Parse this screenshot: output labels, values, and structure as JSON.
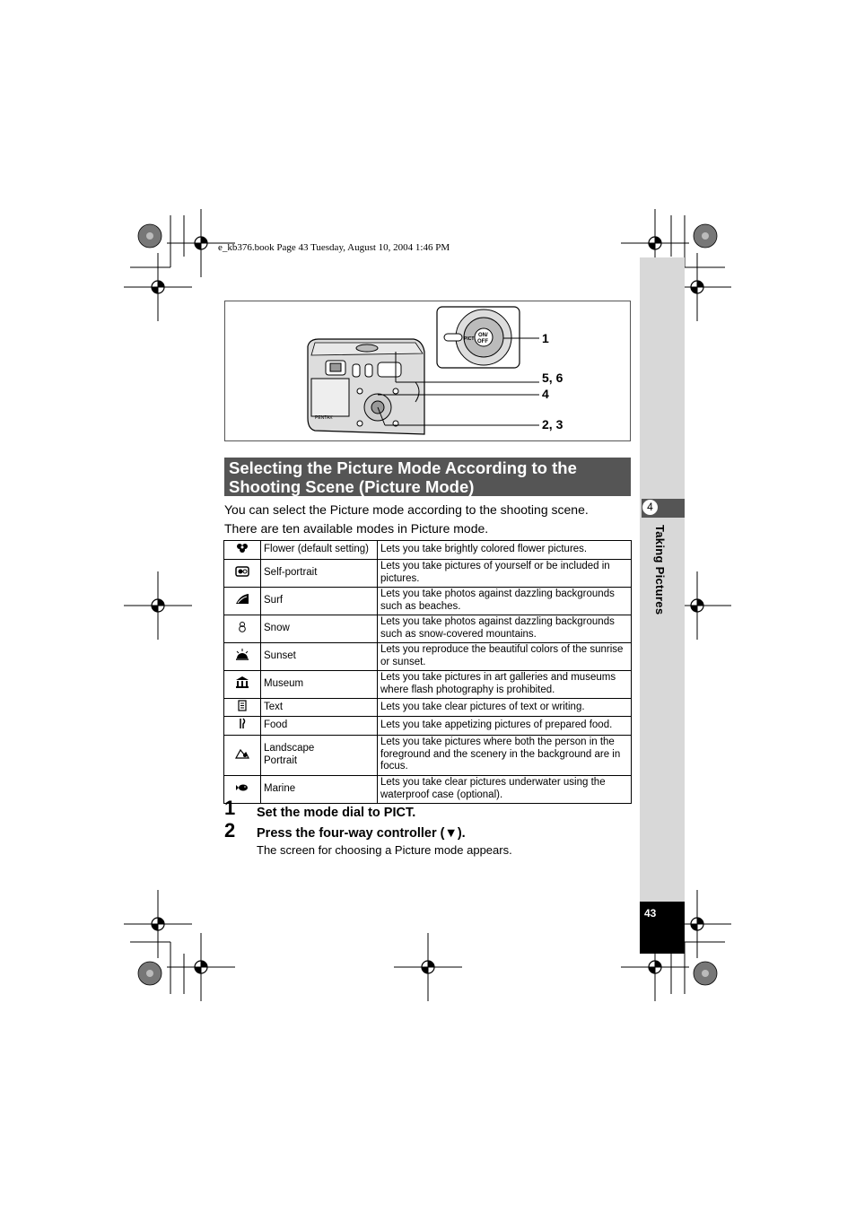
{
  "header": {
    "printer_line": "e_kb376.book  Page 43  Tuesday, August 10, 2004  1:46 PM"
  },
  "figure": {
    "callouts": [
      "1",
      "5, 6",
      "4",
      "2, 3"
    ],
    "dial_labels": [
      "ON/",
      "OFF",
      "PICT"
    ]
  },
  "section": {
    "title_line1": "Selecting the Picture Mode According to the",
    "title_line2": "Shooting Scene (Picture Mode)",
    "intro1": "You can select the Picture mode according to the shooting scene.",
    "intro2": "There are ten available modes in Picture mode."
  },
  "modes": [
    {
      "icon": "flower-icon",
      "name": "Flower (default setting)",
      "desc": "Lets you take brightly colored flower pictures."
    },
    {
      "icon": "self-portrait-icon",
      "name": "Self-portrait",
      "desc": "Lets you take pictures of yourself or be included in pictures."
    },
    {
      "icon": "surf-icon",
      "name": "Surf",
      "desc": "Lets you take photos against dazzling backgrounds such as beaches."
    },
    {
      "icon": "snow-icon",
      "name": "Snow",
      "desc": "Lets you take photos against dazzling backgrounds such as snow-covered mountains."
    },
    {
      "icon": "sunset-icon",
      "name": "Sunset",
      "desc": "Lets you reproduce the beautiful colors of the sunrise or sunset."
    },
    {
      "icon": "museum-icon",
      "name": "Museum",
      "desc": "Lets you take pictures in art galleries and museums where flash photography is prohibited."
    },
    {
      "icon": "text-icon",
      "name": "Text",
      "desc": "Lets you take clear pictures of text or writing."
    },
    {
      "icon": "food-icon",
      "name": "Food",
      "desc": "Lets you take appetizing pictures of prepared food."
    },
    {
      "icon": "landscape-portrait-icon",
      "name_line1": "Landscape",
      "name_line2": "Portrait",
      "desc": "Lets you take pictures where both the person in the foreground and the scenery in the background are in focus."
    },
    {
      "icon": "marine-icon",
      "name": "Marine",
      "desc": "Lets you take clear pictures underwater using the waterproof case (optional)."
    }
  ],
  "steps": [
    {
      "num": "1",
      "text": "Set the mode dial to PICT."
    },
    {
      "num": "2",
      "text": "Press the four-way controller (▼)."
    }
  ],
  "step2_note": "The screen for choosing a Picture mode appears.",
  "sidebar": {
    "chapter": "4",
    "label": "Taking Pictures",
    "page_number": "43"
  }
}
